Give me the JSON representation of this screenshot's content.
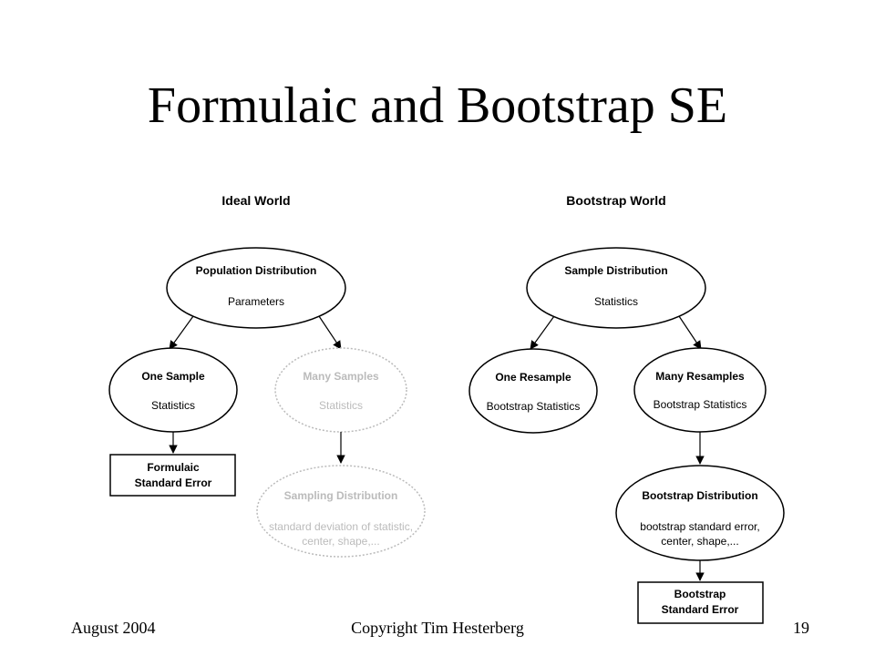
{
  "title": "Formulaic and Bootstrap SE",
  "colors": {
    "solid": "#000000",
    "faded": "#bbbbbb"
  },
  "ideal_world": {
    "heading": "Ideal World",
    "population": {
      "title": "Population Distribution",
      "subtitle": "Parameters"
    },
    "one_sample": {
      "title": "One Sample",
      "subtitle": "Statistics"
    },
    "many_samples": {
      "title": "Many Samples",
      "subtitle": "Statistics"
    },
    "formulaic_se": {
      "line1": "Formulaic",
      "line2": "Standard Error"
    },
    "sampling_distribution": {
      "title": "Sampling Distribution",
      "line1": "standard deviation of statistic,",
      "line2": "center, shape,..."
    }
  },
  "bootstrap_world": {
    "heading": "Bootstrap World",
    "sample": {
      "title": "Sample Distribution",
      "subtitle": "Statistics"
    },
    "one_resample": {
      "title": "One Resample",
      "subtitle": "Bootstrap Statistics"
    },
    "many_resamples": {
      "title": "Many Resamples",
      "subtitle": "Bootstrap Statistics"
    },
    "bootstrap_distribution": {
      "title": "Bootstrap Distribution",
      "line1": "bootstrap standard error,",
      "line2": "center, shape,..."
    },
    "bootstrap_se": {
      "line1": "Bootstrap",
      "line2": "Standard Error"
    }
  },
  "footer": {
    "left": "August 2004",
    "center": "Copyright Tim Hesterberg",
    "right": "19"
  }
}
